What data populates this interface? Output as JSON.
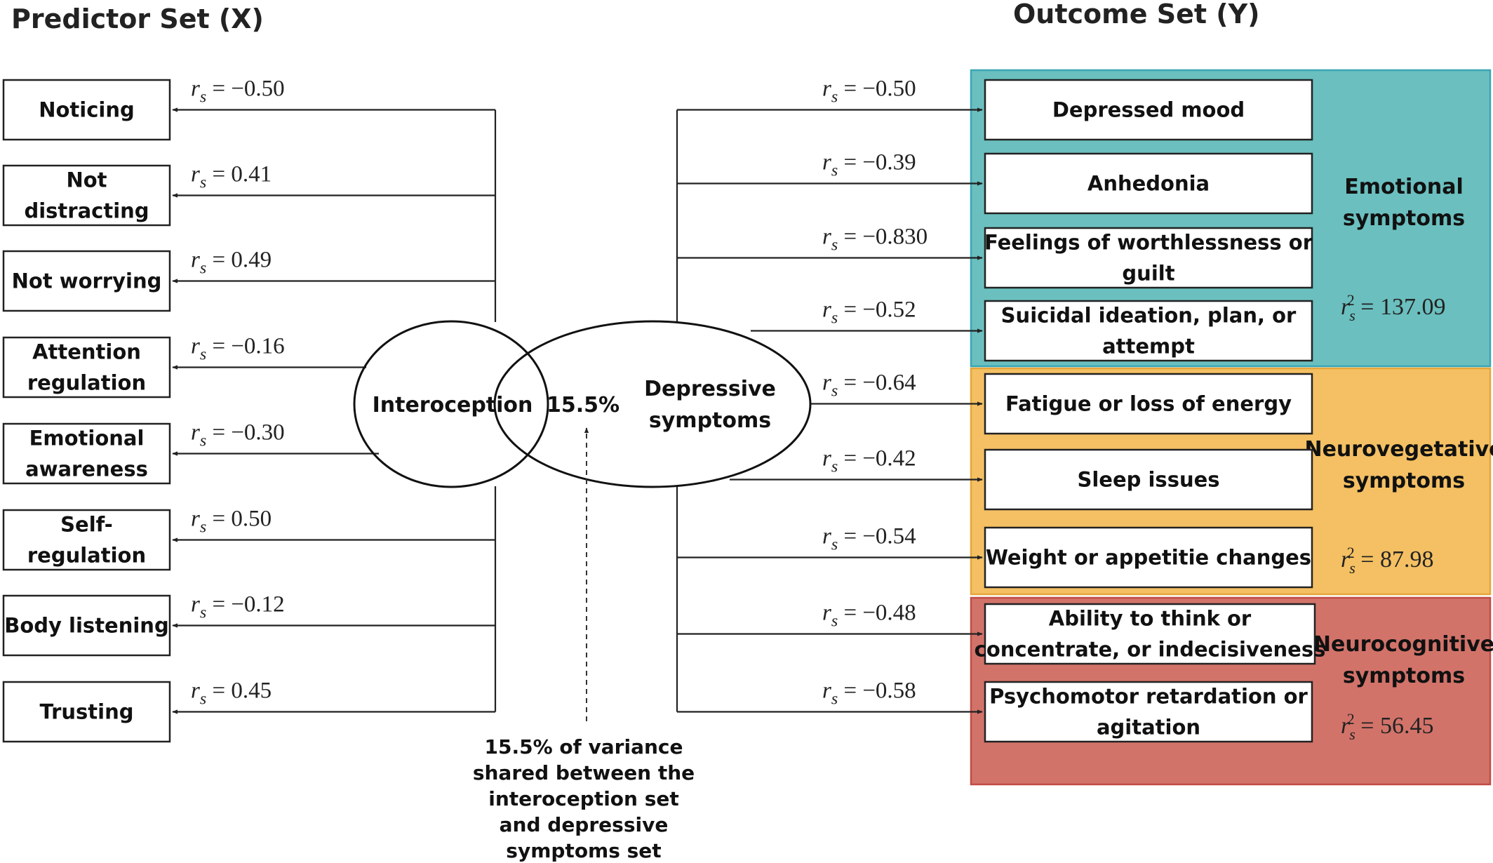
{
  "headings": {
    "predictor": "Predictor Set (X)",
    "outcome": "Outcome Set (Y)"
  },
  "center": {
    "left": "Interoception",
    "overlap": "15.5%",
    "right_line1": "Depressive",
    "right_line2": "symptoms"
  },
  "predictors": [
    {
      "lines": [
        "Noticing"
      ],
      "r": "−0.50"
    },
    {
      "lines": [
        "Not",
        "distracting"
      ],
      "r": "0.41"
    },
    {
      "lines": [
        "Not worrying"
      ],
      "r": "0.49"
    },
    {
      "lines": [
        "Attention",
        "regulation"
      ],
      "r": "−0.16"
    },
    {
      "lines": [
        "Emotional",
        "awareness"
      ],
      "r": "−0.30"
    },
    {
      "lines": [
        "Self-",
        "regulation"
      ],
      "r": "0.50"
    },
    {
      "lines": [
        "Body listening"
      ],
      "r": "−0.12"
    },
    {
      "lines": [
        "Trusting"
      ],
      "r": "0.45"
    }
  ],
  "outcomes": [
    {
      "lines": [
        "Depressed mood"
      ],
      "r": "−0.50"
    },
    {
      "lines": [
        "Anhedonia"
      ],
      "r": "−0.39"
    },
    {
      "lines": [
        "Feelings of worthlessness or",
        "guilt"
      ],
      "r": "−0.830"
    },
    {
      "lines": [
        "Suicidal ideation, plan, or",
        "attempt"
      ],
      "r": "−0.52"
    },
    {
      "lines": [
        "Fatigue or loss of energy"
      ],
      "r": "−0.64"
    },
    {
      "lines": [
        "Sleep issues"
      ],
      "r": "−0.42"
    },
    {
      "lines": [
        "Weight or appetitie changes"
      ],
      "r": "−0.54"
    },
    {
      "lines": [
        "Ability to think or",
        "concentrate, or indecisiveness"
      ],
      "r": "−0.48"
    },
    {
      "lines": [
        "Psychomotor retardation or",
        "agitation"
      ],
      "r": "−0.58"
    }
  ],
  "groups": [
    {
      "lines": [
        "Emotional",
        "symptoms"
      ],
      "r2": "137.09",
      "color": "#6bbfbf",
      "border": "#3aa6b4"
    },
    {
      "lines": [
        "Neurovegetative",
        "symptoms"
      ],
      "r2": "87.98",
      "color": "#f4c063",
      "border": "#e6a53a"
    },
    {
      "lines": [
        "Neurocognitive",
        "symptoms"
      ],
      "r2": "56.45",
      "color": "#d2736a",
      "border": "#c24b45"
    }
  ],
  "note": [
    "15.5% of variance",
    "shared between the",
    "interoception set",
    "and depressive",
    "symptoms set"
  ]
}
